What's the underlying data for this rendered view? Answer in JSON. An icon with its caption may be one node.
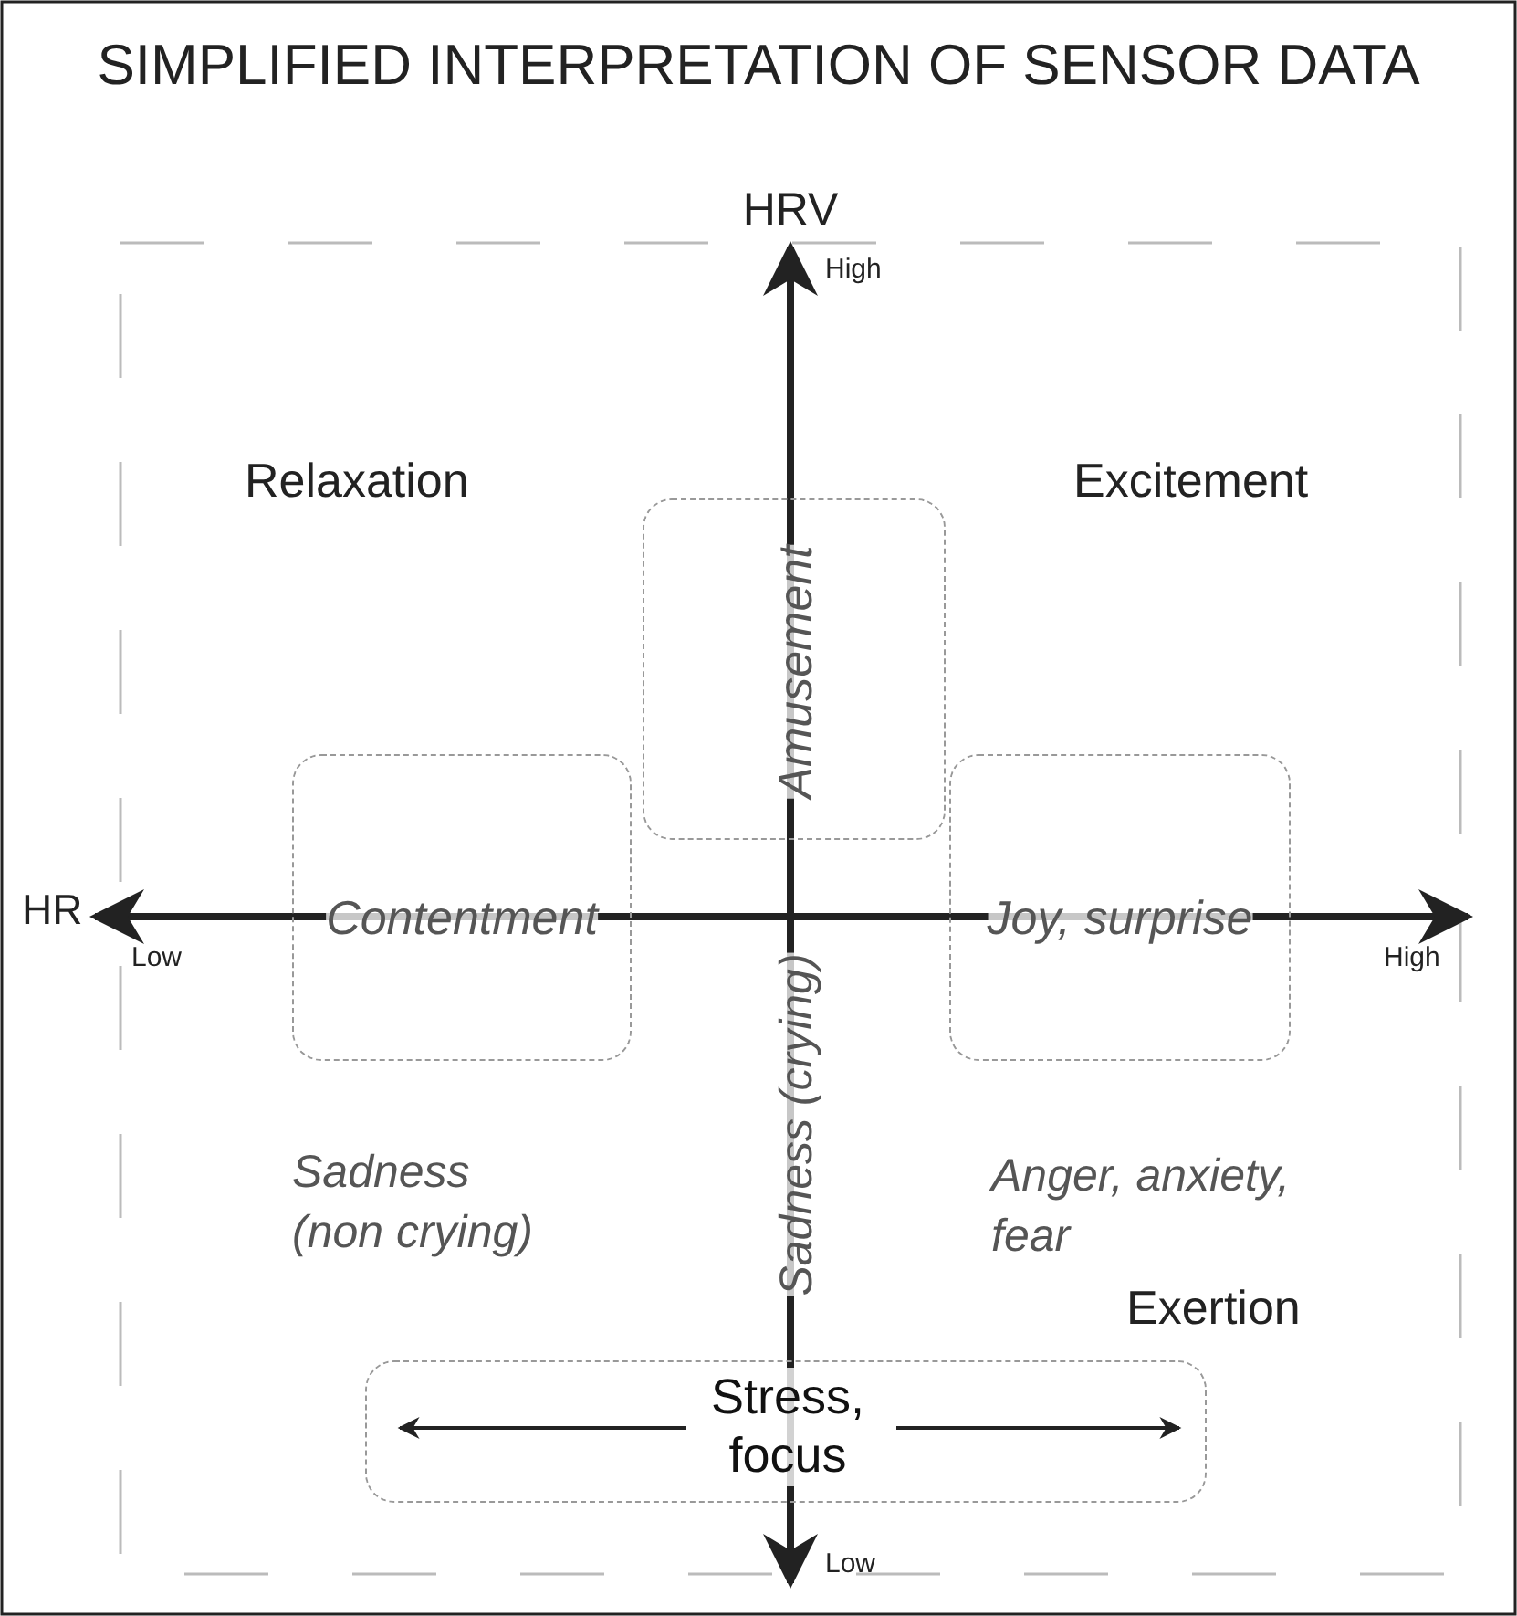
{
  "diagram": {
    "title": "SIMPLIFIED INTERPRETATION OF SENSOR DATA",
    "nodes": [
      {
        "text": [
          "Amusement"
        ]
      },
      {
        "text": [
          "Contentment"
        ]
      },
      {
        "text": [
          "Joy, surprise"
        ]
      },
      {
        "text": [
          "Stress, focus"
        ]
      }
    ],
    "labels": [
      "HRV",
      "High",
      "Relaxation",
      "Excitement",
      "HR",
      "Low",
      "High",
      "Sadness (non crying)",
      "Sadness (crying)",
      "Anger, anxiety, fear",
      "Exertion",
      "Low"
    ]
  }
}
